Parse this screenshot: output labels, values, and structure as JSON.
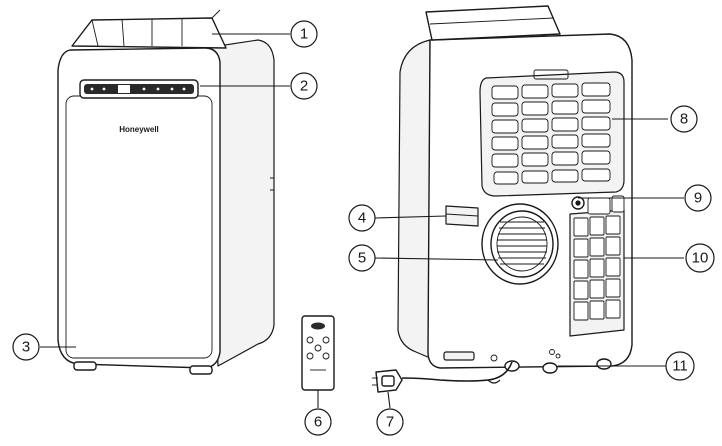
{
  "brand_name": "Honeywell",
  "callouts": [
    {
      "label": "1"
    },
    {
      "label": "2"
    },
    {
      "label": "3"
    },
    {
      "label": "4"
    },
    {
      "label": "5"
    },
    {
      "label": "6"
    },
    {
      "label": "7"
    },
    {
      "label": "8"
    },
    {
      "label": "9"
    },
    {
      "label": "10"
    },
    {
      "label": "11"
    }
  ]
}
